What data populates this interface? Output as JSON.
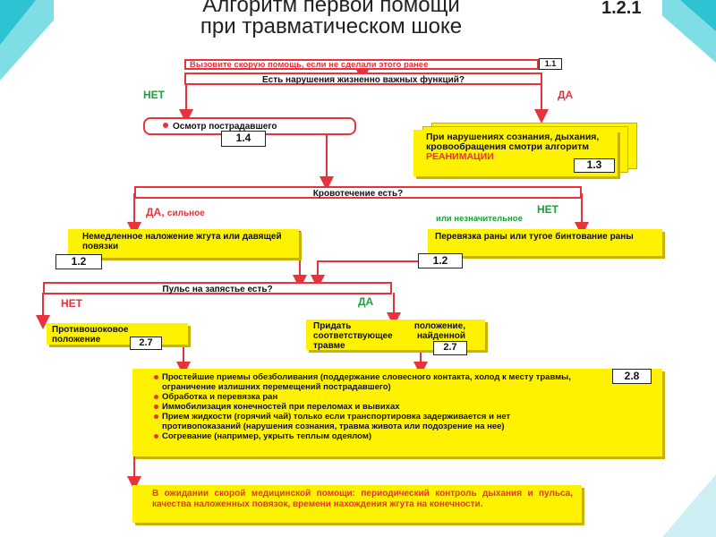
{
  "title": {
    "line1": "Алгоритм первой помощи",
    "line2": "при травматическом шоке",
    "code": "1.2.1"
  },
  "nodes": {
    "call": {
      "text": "Вызовите скорую помощь, если не сделали этого ранее",
      "code": "1.1"
    },
    "vital": {
      "text": "Есть нарушения жизненно важных функций?"
    },
    "vital_no": "НЕТ",
    "vital_yes": "ДА",
    "exam": {
      "text": "Осмотр пострадавшего",
      "code": "1.4"
    },
    "reanim": {
      "text": "При нарушениях сознания, дыхания, кровообращения смотри алгоритм",
      "emph": "РЕАНИМАЦИИ",
      "code": "1.3"
    },
    "bleed": {
      "text": "Кровотечение есть?"
    },
    "bleed_yes": "ДА,",
    "bleed_yes_sub": "сильное",
    "bleed_no": "НЕТ",
    "bleed_no_sub": "или незначительное",
    "tourniquet": {
      "text": "Немедленное наложение жгута или давящей повязки",
      "code": "1.2"
    },
    "bandage": {
      "text": "Перевязка раны или тугое бинтование раны",
      "code": "1.2"
    },
    "pulse": {
      "text": "Пульс на запястье есть?"
    },
    "pulse_no": "НЕТ",
    "pulse_yes": "ДА",
    "antishock": {
      "text": "Противошоковое положение",
      "code": "2.7"
    },
    "position": {
      "text": "Придать положение, соответствующее найденной травме",
      "code": "2.7"
    },
    "care": {
      "code": "2.8",
      "items": [
        "Простейшие приемы обезболивания (поддержание словесного контакта, холод к месту травмы, ограничение излишних перемещений пострадавшего)",
        "Обработка и перевязка ран",
        "Иммобилизация конечностей при переломах и вывихах",
        "Прием жидкости (горячий чай) только если транспортировка задерживается и нет противопоказаний (нарушения сознания, травма живота или подозрение на нее)",
        "Согревание (например, укрыть теплым одеялом)"
      ]
    },
    "waiting": {
      "text": "В ожидании скорой медицинской помощи: периодический контроль дыхания и пульса, качества наложенных повязок, времени нахождения жгута на конечности."
    }
  },
  "colors": {
    "arrow": "#e8323c",
    "yes_box": "#fff200",
    "no_label": "#1aa23a",
    "background_accent": "#1ec6d8"
  }
}
